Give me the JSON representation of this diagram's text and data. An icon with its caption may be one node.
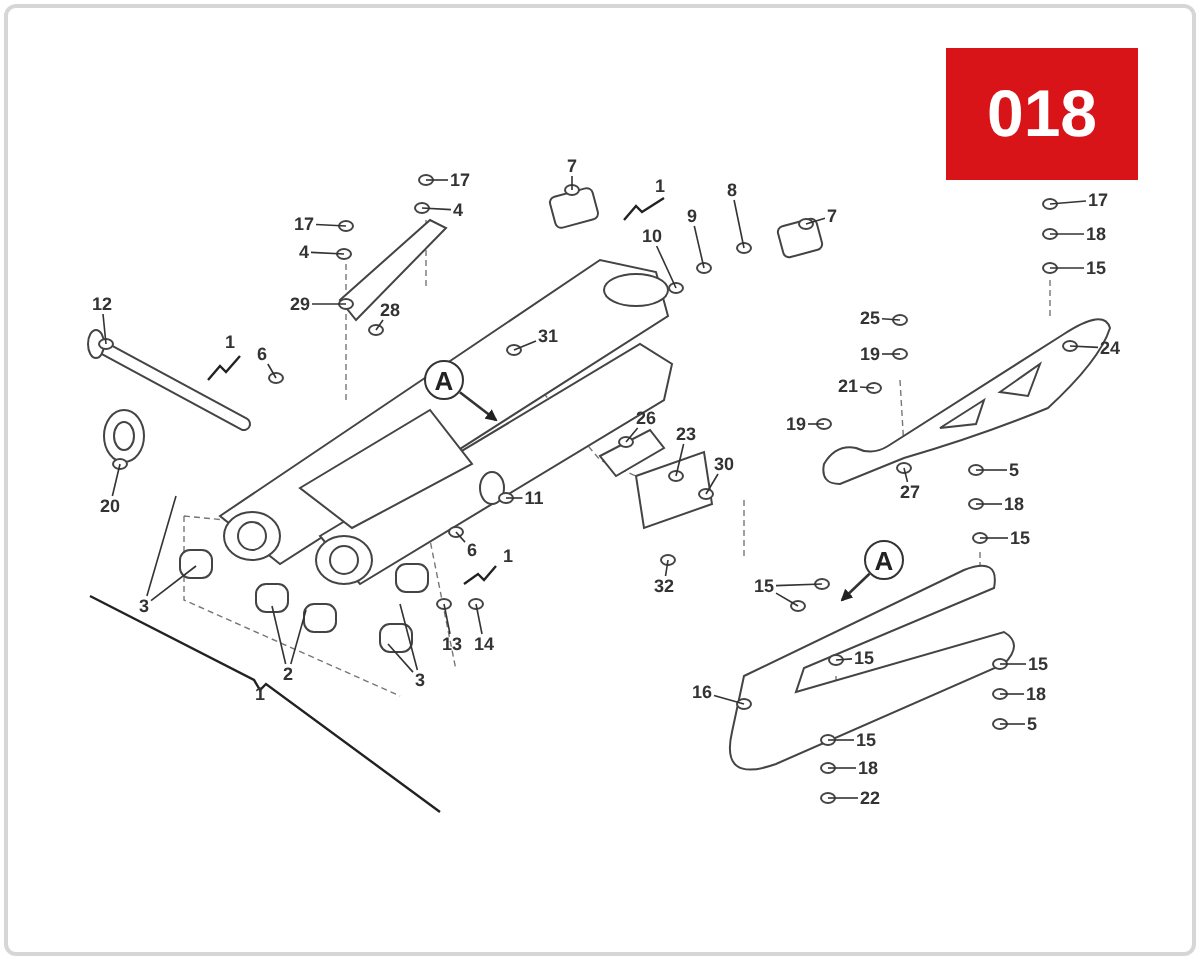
{
  "diagram": {
    "nodes": [
      {
        "text": [
          "018"
        ]
      },
      {
        "text": [
          "7"
        ]
      },
      {
        "text": [
          "17"
        ]
      },
      {
        "text": [
          "17"
        ]
      },
      {
        "text": [
          "8"
        ]
      },
      {
        "text": [
          "4"
        ]
      },
      {
        "text": [
          "7"
        ]
      },
      {
        "text": [
          "17"
        ]
      },
      {
        "text": [
          "9"
        ]
      },
      {
        "text": [
          "18"
        ]
      },
      {
        "text": [
          "10"
        ]
      },
      {
        "text": [
          "4"
        ]
      },
      {
        "text": [
          "15"
        ]
      },
      {
        "text": [
          "12"
        ]
      },
      {
        "text": [
          "29"
        ]
      },
      {
        "text": [
          "28"
        ]
      },
      {
        "text": [
          "25"
        ]
      },
      {
        "text": [
          "31"
        ]
      },
      {
        "text": [
          "24"
        ]
      },
      {
        "text": [
          "6"
        ]
      },
      {
        "text": [
          "19"
        ]
      },
      {
        "text": [
          "A"
        ]
      },
      {
        "text": [
          "21"
        ]
      },
      {
        "text": [
          "26"
        ]
      },
      {
        "text": [
          "19"
        ]
      },
      {
        "text": [
          "23"
        ]
      },
      {
        "text": [
          "30"
        ]
      },
      {
        "text": [
          "5"
        ]
      },
      {
        "text": [
          "27"
        ]
      },
      {
        "text": [
          "11"
        ]
      },
      {
        "text": [
          "20"
        ]
      },
      {
        "text": [
          "18"
        ]
      },
      {
        "text": [
          "15"
        ]
      },
      {
        "text": [
          "6"
        ]
      },
      {
        "text": [
          "A"
        ]
      },
      {
        "text": [
          "15"
        ]
      },
      {
        "text": [
          "32"
        ]
      },
      {
        "text": [
          "3"
        ]
      },
      {
        "text": [
          "13"
        ]
      },
      {
        "text": [
          "14"
        ]
      },
      {
        "text": [
          "15"
        ]
      },
      {
        "text": [
          "15"
        ]
      },
      {
        "text": [
          "2"
        ]
      },
      {
        "text": [
          "3"
        ]
      },
      {
        "text": [
          "16"
        ]
      },
      {
        "text": [
          "18"
        ]
      },
      {
        "text": [
          "5"
        ]
      },
      {
        "text": [
          "15"
        ]
      },
      {
        "text": [
          "18"
        ]
      },
      {
        "text": [
          "22"
        ]
      }
    ],
    "edges": [
      {
        "from": 1,
        "to": null,
        "arrow": "none"
      },
      {
        "from": 2,
        "to": null,
        "arrow": "none"
      },
      {
        "from": 3,
        "to": null,
        "arrow": "none"
      },
      {
        "from": 4,
        "to": null,
        "arrow": "none"
      },
      {
        "from": 5,
        "to": null,
        "arrow": "none"
      },
      {
        "from": 6,
        "to": null,
        "arrow": "none"
      },
      {
        "from": 7,
        "to": null,
        "arrow": "none"
      },
      {
        "from": 8,
        "to": null,
        "arrow": "none"
      },
      {
        "from": 9,
        "to": null,
        "arrow": "none"
      },
      {
        "from": 10,
        "to": null,
        "arrow": "none"
      },
      {
        "from": 11,
        "to": null,
        "arrow": "none"
      },
      {
        "from": 12,
        "to": null,
        "arrow": "none"
      },
      {
        "from": 13,
        "to": null,
        "arrow": "none"
      },
      {
        "from": 14,
        "to": null,
        "arrow": "none"
      },
      {
        "from": 15,
        "to": null,
        "arrow": "none"
      },
      {
        "from": 16,
        "to": null,
        "arrow": "none"
      },
      {
        "from": 17,
        "to": null,
        "arrow": "none"
      },
      {
        "from": 18,
        "to": null,
        "arrow": "none"
      },
      {
        "from": 19,
        "to": null,
        "arrow": "none"
      },
      {
        "from": 20,
        "to": null,
        "arrow": "none"
      },
      {
        "from": 21,
        "to": null,
        "arrow": "to"
      },
      {
        "from": 22,
        "to": null,
        "arrow": "none"
      },
      {
        "from": 23,
        "to": null,
        "arrow": "none"
      },
      {
        "from": 24,
        "to": null,
        "arrow": "none"
      },
      {
        "from": 25,
        "to": null,
        "arrow": "none"
      },
      {
        "from": 26,
        "to": null,
        "arrow": "none"
      },
      {
        "from": 27,
        "to": null,
        "arrow": "none"
      },
      {
        "from": 28,
        "to": null,
        "arrow": "none"
      },
      {
        "from": 29,
        "to": null,
        "arrow": "none"
      },
      {
        "from": 30,
        "to": null,
        "arrow": "none"
      },
      {
        "from": 31,
        "to": null,
        "arrow": "none"
      },
      {
        "from": 32,
        "to": null,
        "arrow": "none"
      },
      {
        "from": 33,
        "to": null,
        "arrow": "none"
      },
      {
        "from": 34,
        "to": null,
        "arrow": "to"
      },
      {
        "from": 35,
        "to": null,
        "arrow": "none"
      },
      {
        "from": 35,
        "to": null,
        "arrow": "none"
      },
      {
        "from": 36,
        "to": null,
        "arrow": "none"
      },
      {
        "from": 37,
        "to": null,
        "arrow": "none"
      },
      {
        "from": 37,
        "to": null,
        "arrow": "none"
      },
      {
        "from": 38,
        "to": null,
        "arrow": "none"
      },
      {
        "from": 39,
        "to": null,
        "arrow": "none"
      },
      {
        "from": 40,
        "to": null,
        "arrow": "none"
      },
      {
        "from": 41,
        "to": null,
        "arrow": "none"
      },
      {
        "from": 42,
        "to": null,
        "arrow": "none"
      },
      {
        "from": 42,
        "to": null,
        "arrow": "none"
      },
      {
        "from": 43,
        "to": null,
        "arrow": "none"
      },
      {
        "from": 43,
        "to": null,
        "arrow": "none"
      },
      {
        "from": 44,
        "to": null,
        "arrow": "none"
      },
      {
        "from": 45,
        "to": null,
        "arrow": "none"
      },
      {
        "from": 46,
        "to": null,
        "arrow": "none"
      },
      {
        "from": 47,
        "to": null,
        "arrow": "none"
      },
      {
        "from": 48,
        "to": null,
        "arrow": "none"
      },
      {
        "from": 49,
        "to": null,
        "arrow": "none"
      }
    ],
    "labels": [
      "1",
      "1",
      "1",
      "1"
    ]
  }
}
